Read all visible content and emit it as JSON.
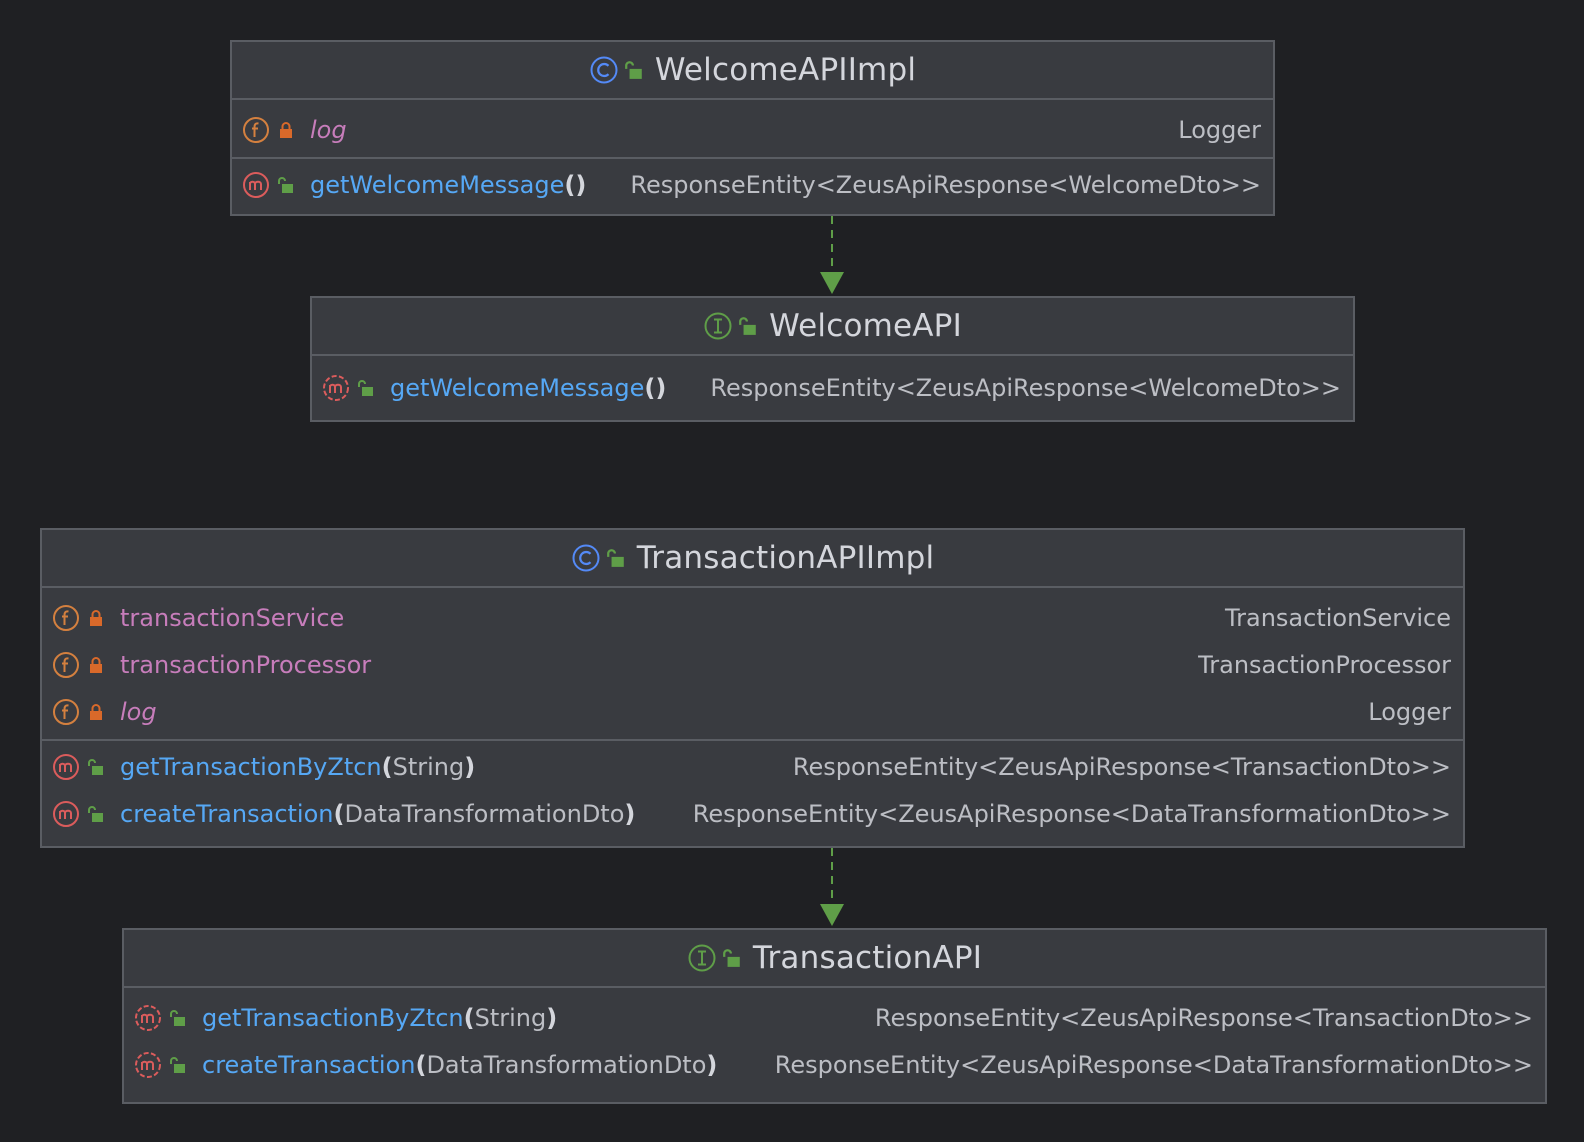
{
  "edges": [
    {
      "from": "WelcomeAPIImpl",
      "to": "WelcomeAPI",
      "style": "dashed",
      "color": "#5f9e48"
    },
    {
      "from": "TransactionAPIImpl",
      "to": "TransactionAPI",
      "style": "dashed",
      "color": "#5f9e48"
    }
  ],
  "colors": {
    "background": "#1f2023",
    "node_fill": "#393b40",
    "node_border": "#5a5d63",
    "field_name": "#c77dbb",
    "method_name": "#56a8f5",
    "class_icon": "#548af7",
    "interface_icon": "#5f9e48",
    "field_icon": "#d4803f",
    "method_icon": "#db5c5c",
    "lock_private": "#d9692a",
    "lock_public": "#5f9e48"
  },
  "nodes": {
    "welcome_impl": {
      "kind": "class",
      "kind_icon": "class-icon",
      "name": "WelcomeAPIImpl",
      "fields": [
        {
          "name": "log",
          "type": "Logger",
          "static": true
        }
      ],
      "methods": [
        {
          "name": "getWelcomeMessage",
          "open": "(",
          "params": "",
          "close": ")",
          "return_type": "ResponseEntity<ZeusApiResponse<WelcomeDto>>"
        }
      ]
    },
    "welcome_api": {
      "kind": "interface",
      "kind_icon": "interface-icon",
      "name": "WelcomeAPI",
      "methods": [
        {
          "name": "getWelcomeMessage",
          "open": "(",
          "params": "",
          "close": ")",
          "return_type": "ResponseEntity<ZeusApiResponse<WelcomeDto>>",
          "abstract": true
        }
      ]
    },
    "transaction_impl": {
      "kind": "class",
      "kind_icon": "class-icon",
      "name": "TransactionAPIImpl",
      "fields": [
        {
          "name": "transactionService",
          "type": "TransactionService",
          "static": false
        },
        {
          "name": "transactionProcessor",
          "type": "TransactionProcessor",
          "static": false
        },
        {
          "name": "log",
          "type": "Logger",
          "static": true
        }
      ],
      "methods": [
        {
          "name": "getTransactionByZtcn",
          "open": "(",
          "params": "String",
          "close": ")",
          "return_type": "ResponseEntity<ZeusApiResponse<TransactionDto>>"
        },
        {
          "name": "createTransaction",
          "open": "(",
          "params": "DataTransformationDto",
          "close": ")",
          "return_type": "ResponseEntity<ZeusApiResponse<DataTransformationDto>>"
        }
      ]
    },
    "transaction_api": {
      "kind": "interface",
      "kind_icon": "interface-icon",
      "name": "TransactionAPI",
      "methods": [
        {
          "name": "getTransactionByZtcn",
          "open": "(",
          "params": "String",
          "close": ")",
          "return_type": "ResponseEntity<ZeusApiResponse<TransactionDto>>",
          "abstract": true
        },
        {
          "name": "createTransaction",
          "open": "(",
          "params": "DataTransformationDto",
          "close": ")",
          "return_type": "ResponseEntity<ZeusApiResponse<DataTransformationDto>>",
          "abstract": true
        }
      ]
    }
  }
}
